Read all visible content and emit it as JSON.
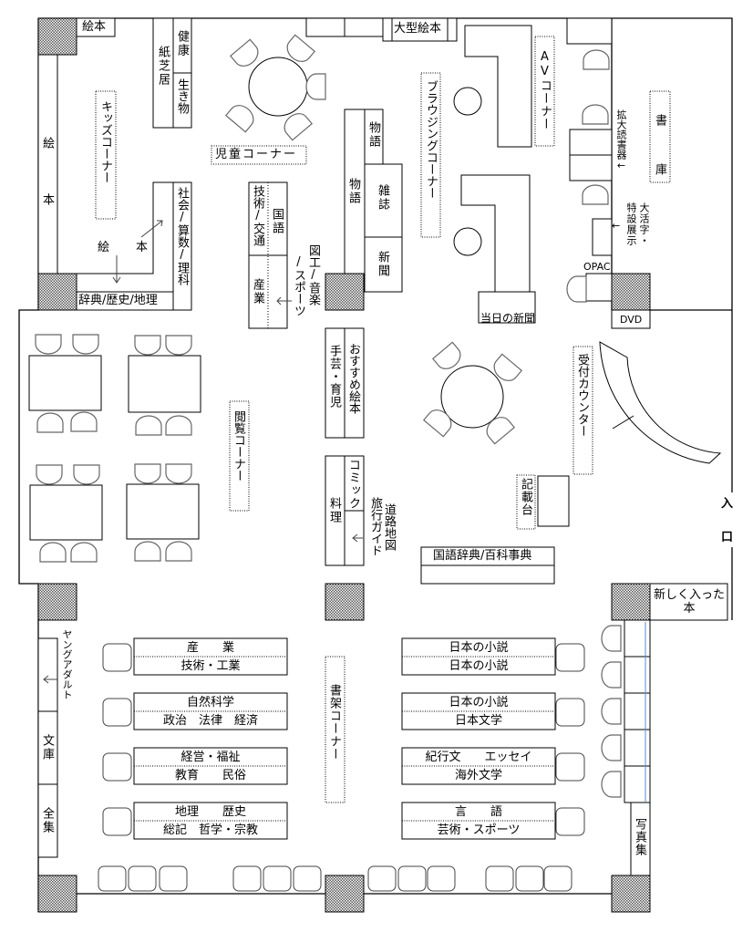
{
  "title": "図書館フロアマップ",
  "colors": {
    "line": "#000000",
    "pillar": "#777777",
    "shelf_line": "#4a90d9"
  },
  "children": {
    "ehon_top": "絵本",
    "ehon_side": "絵　本",
    "kids_corner": "キッズコーナー",
    "kamishibai": "紙芝居",
    "kenko": "健康",
    "ikimono": "生き物",
    "jiten": "辞典/歴史/地理",
    "shakai": "社会/算数/理科",
    "ehon_a": "絵",
    "ehon_b": "本",
    "children_corner": "児童コーナー",
    "ogata_ehon": "大型絵本",
    "gijutsu": "技術/交通",
    "kokugo": "国語",
    "sangyo": "産業",
    "zuko": "図工/音楽",
    "sports": "/スポーツ",
    "monogatari1": "物語",
    "monogatari2": "物語"
  },
  "browsing": {
    "zasshi": "雑誌",
    "shinbun": "新聞",
    "corner": "ブラウジングコーナー",
    "today_news": "当日の新聞",
    "av_corner": "AVコーナー"
  },
  "right": {
    "shoko": "書　庫",
    "kakudai": "拡大読書器←",
    "daikatsuji": "大活字・",
    "tokusetsu": "特設展示",
    "arrow": "←",
    "opac": "OPAC",
    "dvd": "DVD",
    "counter": "受付カウンター",
    "kisaidai": "記載台",
    "jiten_hyakka": "国語辞典/百科事典",
    "new_books": "新しく入った本",
    "entrance_1": "入",
    "entrance_2": "口",
    "shashin": "写真集"
  },
  "reading": {
    "corner": "閲覧コーナー",
    "shugei": "手芸・育児",
    "osusume": "おすすめ絵本",
    "ryori": "料理",
    "comic": "コミック",
    "ryoko": "旅行ガイド",
    "doro": "道路地図"
  },
  "stacks": {
    "corner": "書架コーナー",
    "ya": "ヤングアダルト",
    "bunko": "文庫",
    "zenshu": "全集",
    "left": [
      [
        "産　　業",
        "技術・工業"
      ],
      [
        "自然科学",
        "政治　法律　経済"
      ],
      [
        "経営・福祉",
        "教育　　民俗"
      ],
      [
        "地理　　歴史",
        "総記　哲学・宗教"
      ]
    ],
    "right": [
      [
        "日本の小説",
        "日本の小説"
      ],
      [
        "日本の小説",
        "日本文学"
      ],
      [
        "紀行文　　エッセイ",
        "海外文学"
      ],
      [
        "言　　語",
        "芸術・スポーツ"
      ]
    ]
  }
}
